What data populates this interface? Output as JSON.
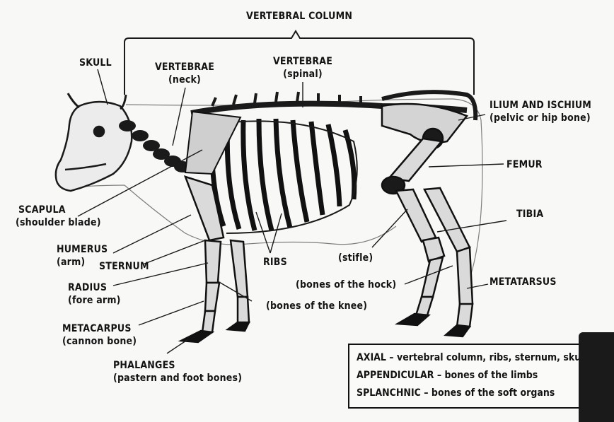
{
  "title": "VERTEBRAL COLUMN",
  "labels": {
    "skull": "SKULL",
    "vert_neck": "VERTEBRAE",
    "vert_neck_sub": "(neck)",
    "vert_spinal": "VERTEBRAE",
    "vert_spinal_sub": "(spinal)",
    "ilium": "ILIUM AND ISCHIUM",
    "ilium_sub": "(pelvic or hip bone)",
    "femur": "FEMUR",
    "tibia": "TIBIA",
    "scapula": "SCAPULA",
    "scapula_sub": "(shoulder blade)",
    "humerus": "HUMERUS",
    "humerus_sub": "(arm)",
    "sternum": "STERNUM",
    "ribs": "RIBS",
    "stifle": "(stifle)",
    "radius": "RADIUS",
    "radius_sub": "(fore arm)",
    "hock": "(bones of the hock)",
    "metatarsus": "METATARSUS",
    "knee": "(bones of the knee)",
    "metacarpus": "METACARPUS",
    "metacarpus_sub": "(cannon bone)",
    "phalanges": "PHALANGES",
    "phalanges_sub": "(pastern and foot bones)"
  },
  "legend": [
    "AXIAL – vertebral column, ribs, sternum, skull",
    "APPENDICULAR – bones of the limbs",
    "SPLANCHNIC – bones of the soft organs"
  ]
}
